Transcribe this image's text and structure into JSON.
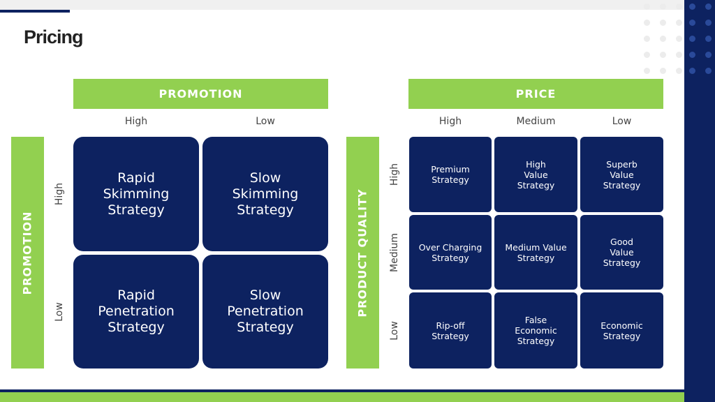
{
  "title": "Pricing",
  "colors": {
    "navy": "#0d2260",
    "green": "#92d050"
  },
  "left_matrix": {
    "top_header": "PROMOTION",
    "side_header": "PROMOTION",
    "columns": [
      "High",
      "Low"
    ],
    "rows": [
      "High",
      "Low"
    ],
    "cells": [
      [
        "Rapid\nSkimming\nStrategy",
        "Slow\nSkimming\nStrategy"
      ],
      [
        "Rapid\nPenetration\nStrategy",
        "Slow\nPenetration\nStrategy"
      ]
    ]
  },
  "right_matrix": {
    "top_header": "PRICE",
    "side_header": "PRODUCT QUALITY",
    "columns": [
      "High",
      "Medium",
      "Low"
    ],
    "rows": [
      "High",
      "Medium",
      "Low"
    ],
    "cells": [
      [
        "Premium\nStrategy",
        "High\nValue\nStrategy",
        "Superb\nValue\nStrategy"
      ],
      [
        "Over Charging\nStrategy",
        "Medium Value\nStrategy",
        "Good\nValue\nStrategy"
      ],
      [
        "Rip-off\nStrategy",
        "False\nEconomic\nStrategy",
        "Economic\nStrategy"
      ]
    ]
  }
}
